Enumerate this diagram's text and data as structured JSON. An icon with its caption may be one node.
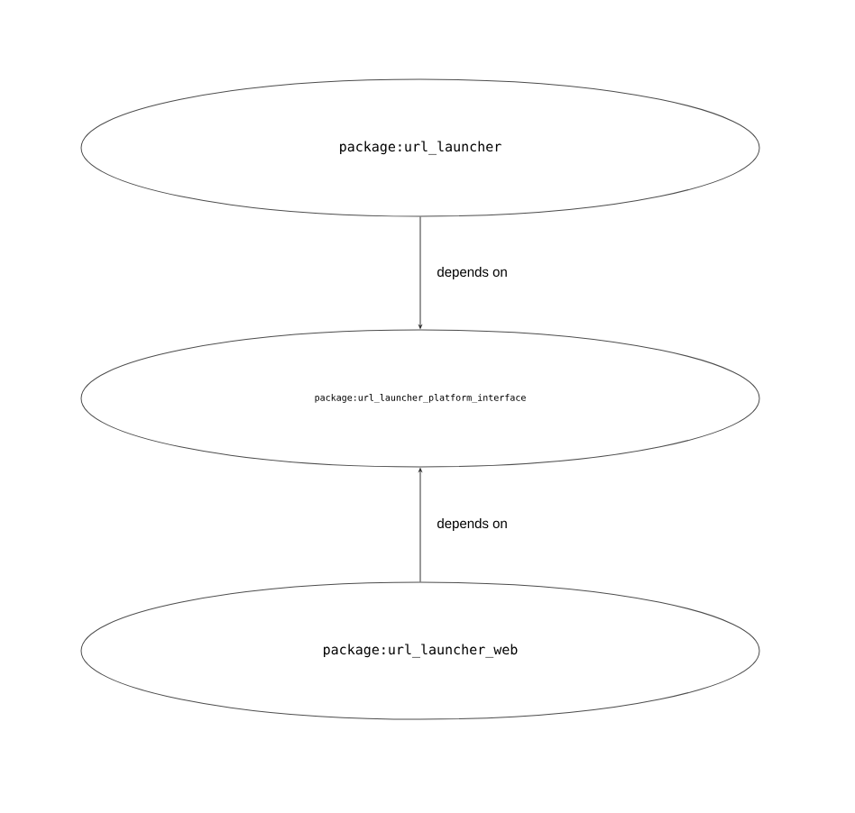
{
  "diagram": {
    "nodes": [
      {
        "text": [
          "package:url_launcher"
        ]
      },
      {
        "text": [
          "package:url_launcher_platform_interface"
        ]
      },
      {
        "text": [
          "package:url_launcher_web"
        ]
      }
    ],
    "edges": [
      {
        "from": 0,
        "to": 1,
        "arrow": "to",
        "label": "depends on"
      },
      {
        "from": 2,
        "to": 1,
        "arrow": "to",
        "label": "depends on"
      }
    ]
  }
}
